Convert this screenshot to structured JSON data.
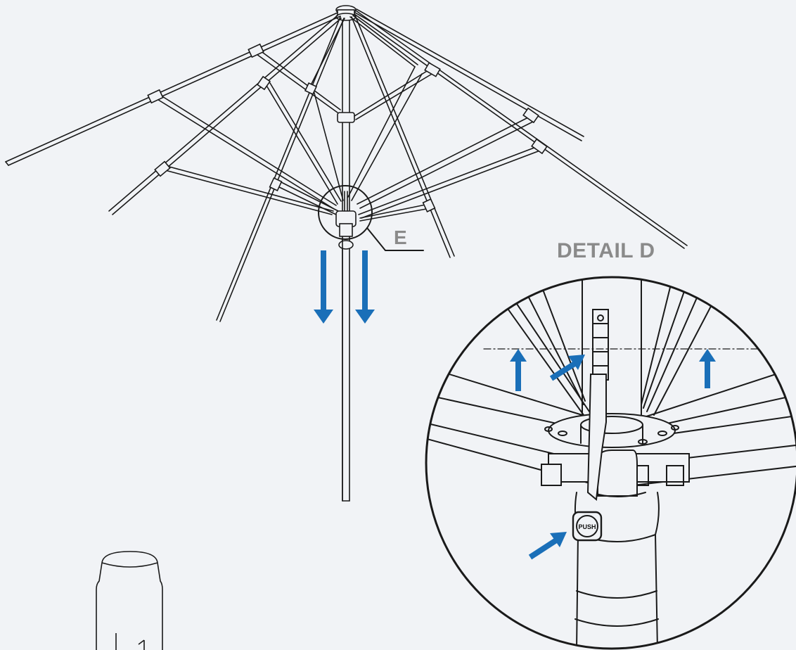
{
  "callout_label": "E",
  "detail_title": "DETAIL D",
  "push_button_text": "PUSH",
  "colors": {
    "background": "#f1f3f6",
    "line": "#1a1a1a",
    "arrow": "#1a6fb8",
    "label": "#8a8a8a"
  },
  "icons": [
    "down-arrow-icon",
    "up-arrow-icon",
    "diagonal-arrow-icon"
  ]
}
